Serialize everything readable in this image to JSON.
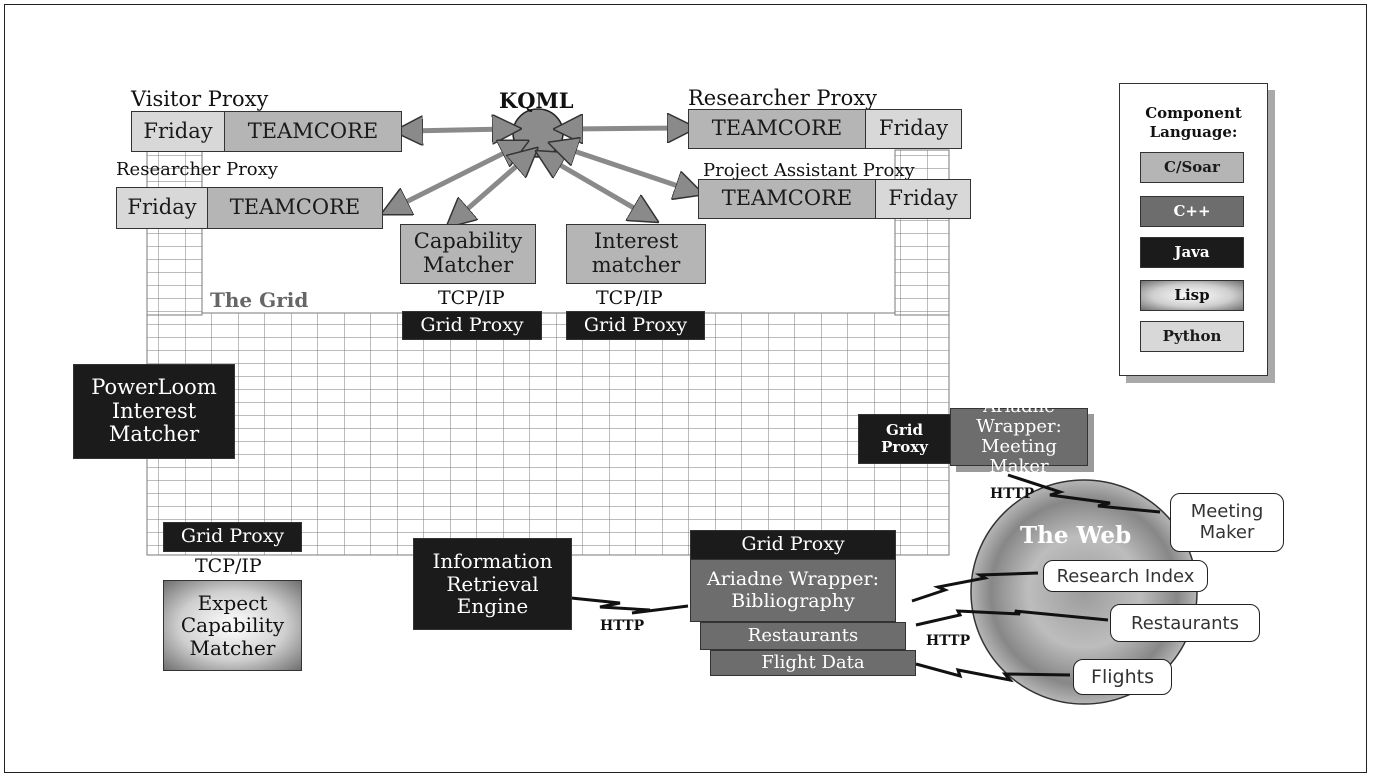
{
  "kqml": "KQML",
  "grid_label": "The Grid",
  "proxies": {
    "visitor": {
      "title": "Visitor Proxy",
      "friday": "Friday",
      "teamcore": "TEAMCORE"
    },
    "researcher_left": {
      "title": "Researcher Proxy",
      "friday": "Friday",
      "teamcore": "TEAMCORE"
    },
    "researcher_right": {
      "title": "Researcher Proxy",
      "friday": "Friday",
      "teamcore": "TEAMCORE"
    },
    "project_assistant": {
      "title": "Project Assistant Proxy",
      "friday": "Friday",
      "teamcore": "TEAMCORE"
    }
  },
  "capability_matcher": "Capability Matcher",
  "interest_matcher": "Interest matcher",
  "tcpip": "TCP/IP",
  "grid_proxy": "Grid Proxy",
  "grid_proxy_split": "Grid Proxy",
  "powerloom": "PowerLoom Interest Matcher",
  "expect_matcher": "Expect Capability Matcher",
  "info_retrieval": "Information Retrieval Engine",
  "http": "HTTP",
  "wrappers": {
    "meeting_maker": "Ariadne Wrapper: Meeting Maker",
    "bibliography": "Ariadne Wrapper: Bibliography",
    "restaurants": "Restaurants",
    "flight_data": "Flight Data"
  },
  "web": {
    "title": "The Web",
    "sites": [
      "Meeting Maker",
      "Research Index",
      "Restaurants",
      "Flights"
    ]
  },
  "legend": {
    "title": "Component Language:",
    "items": [
      "C/Soar",
      "C++",
      "Java",
      "Lisp",
      "Python"
    ]
  }
}
